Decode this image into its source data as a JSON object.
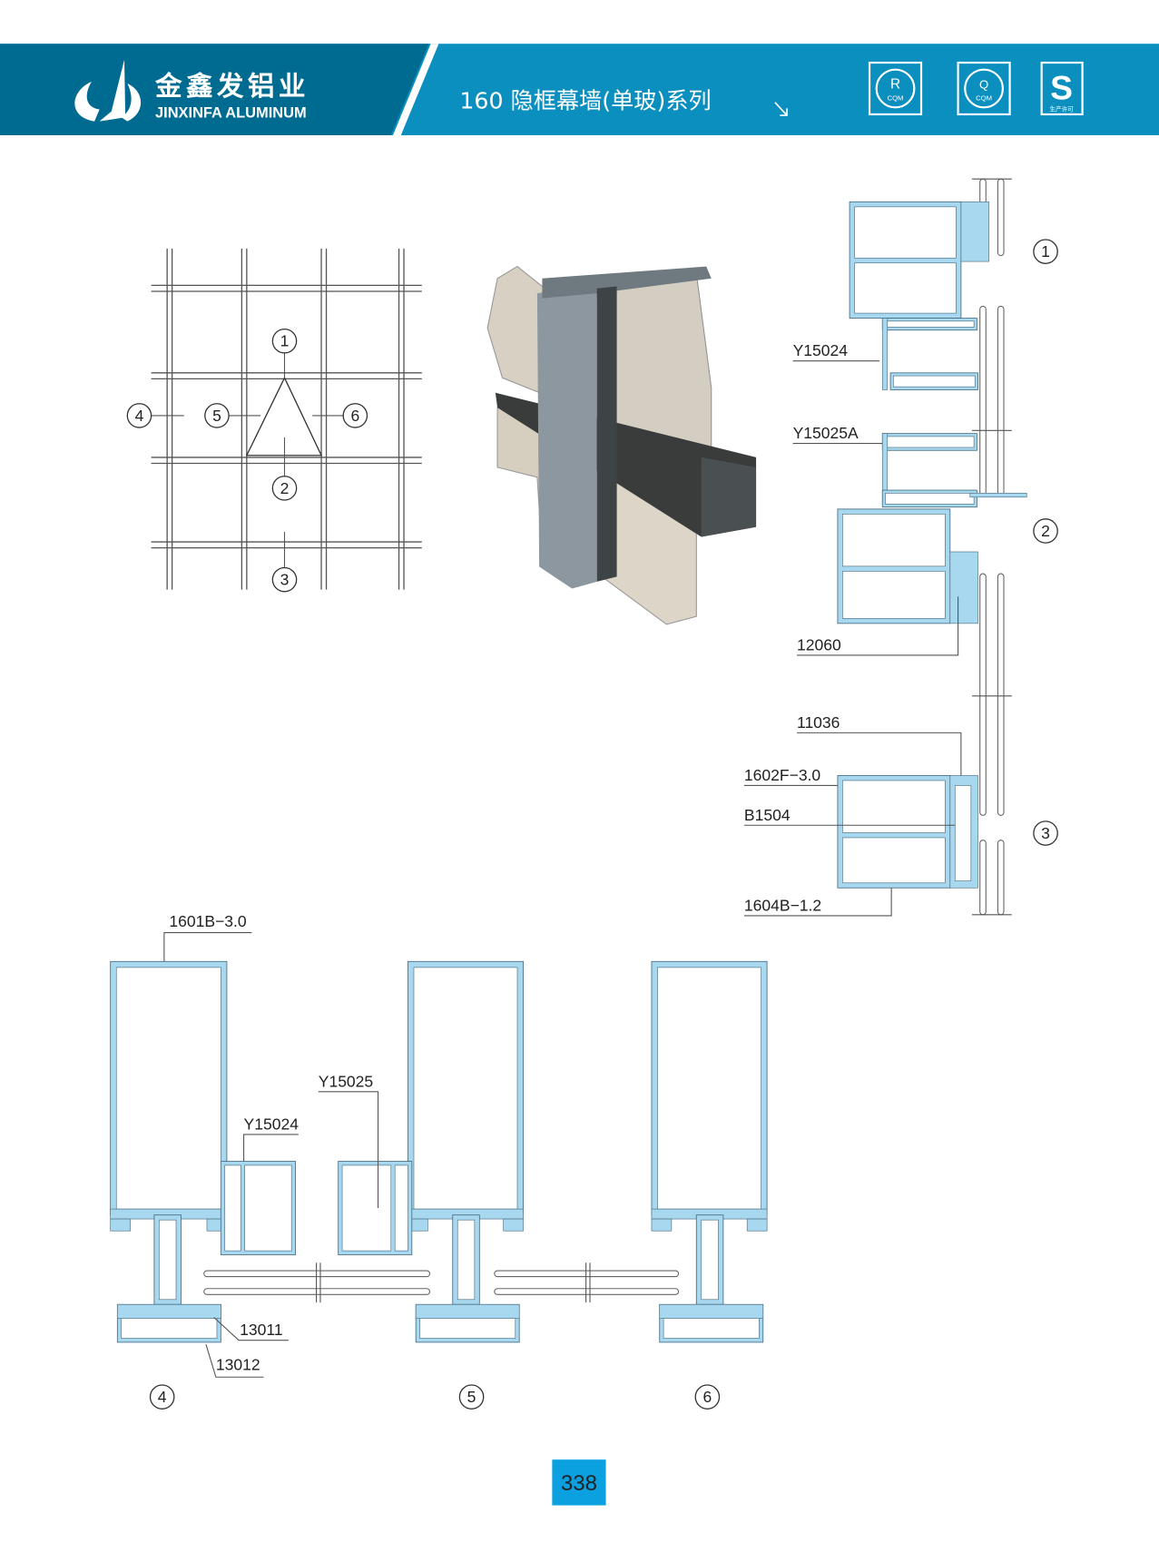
{
  "header": {
    "brand_cn": "金鑫发铝业",
    "brand_en": "JINXINFA ALUMINUM",
    "title": "160 隐框幕墙(单玻)系列",
    "badges": [
      {
        "letter": "R",
        "text": "CQM"
      },
      {
        "letter": "Q",
        "text": "CQM"
      },
      {
        "letter": "S",
        "text": "生产许可"
      }
    ],
    "colors": {
      "dark": "#006b91",
      "light": "#0a8fbf"
    }
  },
  "grid_diagram": {
    "markers": [
      "1",
      "2",
      "3",
      "4",
      "5",
      "6"
    ]
  },
  "vertical_section": {
    "markers": [
      "1",
      "2",
      "3"
    ],
    "labels": [
      "Y15024",
      "Y15025A",
      "12060",
      "11036",
      "1602F−3.0",
      "B1504",
      "1604B−1.2"
    ]
  },
  "horizontal_section": {
    "markers": [
      "4",
      "5",
      "6"
    ],
    "labels": [
      "1601B−3.0",
      "Y15025",
      "Y15024",
      "13011",
      "13012"
    ]
  },
  "profile_color": "#a8d8ef",
  "page_number": "338"
}
